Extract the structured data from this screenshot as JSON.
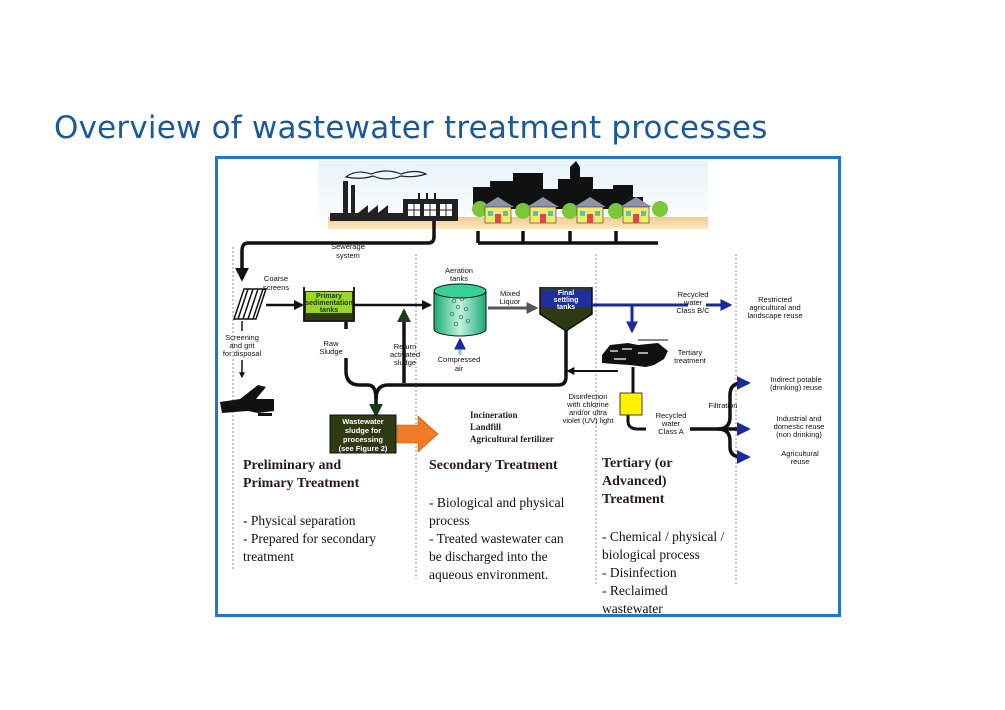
{
  "title": "Overview of wastewater treatment processes",
  "diagram": {
    "colors": {
      "title": "#1b5a9a",
      "frame_border": "#1f77d0",
      "primary_tank": "#9bd42a",
      "sludge": "#2d3a12",
      "aeration": "#2fc48a",
      "final_tank_water": "#1f2f9a",
      "recycled_flow": "#1a2a9a",
      "outcome_arrow": "#f07a25",
      "disinfection_box": "#fff200"
    },
    "scene": {
      "sewerage_label": [
        "Sewerage",
        "system"
      ],
      "icons": [
        "factory-icon",
        "city-skyline-icon",
        "houses-icon"
      ]
    },
    "nodes": {
      "coarse_screens": [
        "Coarse",
        "screens"
      ],
      "screening_grit": [
        "Screening",
        "and grit",
        "for disposal"
      ],
      "primary_tanks": [
        "Primary",
        "sedimentation",
        "tanks"
      ],
      "raw_sludge": [
        "Raw",
        "Sludge"
      ],
      "return_sludge": [
        "Return",
        "activated",
        "sludge"
      ],
      "aeration_tanks": [
        "Aeration",
        "tanks"
      ],
      "compressed_air": [
        "Compressed",
        "air"
      ],
      "mixed_liquor": [
        "Mixed",
        "Liquor"
      ],
      "final_settling": [
        "Final",
        "settling",
        "tanks"
      ],
      "recycled_bc": [
        "Recycled",
        "water",
        "Class B/C"
      ],
      "restricted_reuse": [
        "Restricted",
        "agricultural and",
        "landscape reuse"
      ],
      "tertiary_treatment": [
        "Tertiary",
        "treatment"
      ],
      "disinfection": [
        "Disinfection",
        "with chlorine",
        "and/or ultra",
        "violet (UV) light"
      ],
      "recycled_a": [
        "Recycled",
        "water",
        "Class A"
      ],
      "filtration": "Filtration",
      "indirect_potable": [
        "Indirect potable",
        "(drinking) reuse"
      ],
      "industrial_domestic": [
        "Industrial and",
        "domestic reuse",
        "(non drinking)"
      ],
      "agricultural_reuse": [
        "Agricultural",
        "reuse"
      ],
      "sludge_processing": [
        "Wastewater",
        "sludge for",
        "processing",
        "(see Figure 2)"
      ],
      "sludge_outcomes": [
        "Incineration",
        "Landfill",
        "Agricultural fertilizer"
      ]
    },
    "stages": [
      {
        "heading": [
          "Preliminary and",
          "Primary Treatment"
        ],
        "points": [
          "- Physical separation",
          "- Prepared for secondary",
          "treatment"
        ]
      },
      {
        "heading": [
          "Secondary Treatment"
        ],
        "points": [
          "- Biological and physical",
          "process",
          "- Treated wastewater can",
          "be discharged into the",
          "aqueous environment."
        ]
      },
      {
        "heading": [
          "Tertiary (or",
          "Advanced)",
          "Treatment"
        ],
        "points": [
          "- Chemical / physical /",
          "biological process",
          "- Disinfection",
          "- Reclaimed",
          "wastewater"
        ]
      }
    ]
  }
}
